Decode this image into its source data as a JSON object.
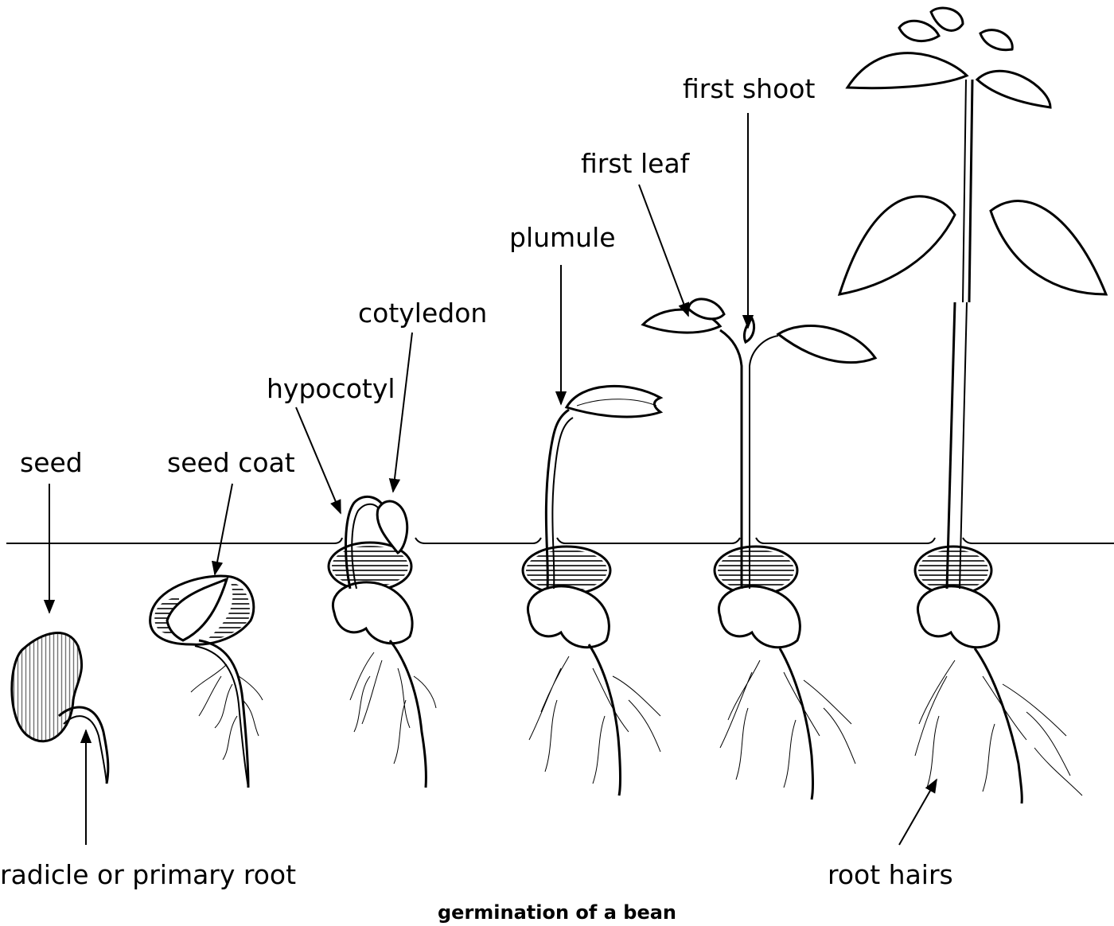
{
  "labels": {
    "seed": "seed",
    "seed_coat": "seed coat",
    "hypocotyl": "hypocotyl",
    "cotyledon": "cotyledon",
    "plumule": "plumule",
    "first_leaf": "first leaf",
    "first_shoot": "first shoot",
    "radicle": "radicle or primary root",
    "root_hairs": "root hairs"
  },
  "caption": "germination of a bean",
  "stages": [
    "seed",
    "seed-coat-split",
    "hypocotyl-emerging",
    "plumule",
    "first-leaf",
    "mature-seedling"
  ]
}
